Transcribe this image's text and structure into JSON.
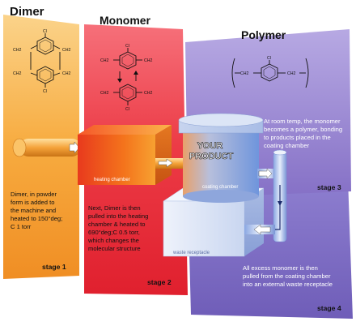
{
  "panels": {
    "dimer": {
      "title": "Dimer",
      "desc": [
        "Dimer, in powder",
        "form is added to",
        "the machine and",
        "heated to 150°deg;",
        "C 1 torr"
      ],
      "stage": "stage 1"
    },
    "monomer": {
      "title": "Monomer",
      "desc": [
        "Next, Dimer is then",
        "pulled into the heating",
        "chamber & heated to",
        "690°deg;C 0.5 torr,",
        "which changes the",
        "molecular structure"
      ],
      "stage": "stage 2"
    },
    "polymer": {
      "title": "Polymer",
      "desc": [
        "At room temp, the monomer",
        "becomes a polymer, bonding",
        "to products placed in the",
        "coating chamber"
      ],
      "stage": "stage 3"
    },
    "waste": {
      "desc": [
        "All excess monomer is then",
        "pulled from the coating chamber",
        "into an external waste receptacle"
      ],
      "stage": "stage 4"
    }
  },
  "machine": {
    "heating_label": "heating chamber",
    "coating_label": "coating chamber",
    "waste_label": "waste receptacle",
    "product_label": [
      "YOUR",
      "PRODUCT"
    ]
  },
  "chem": {
    "cl": "Cl",
    "ch2": "CH2"
  },
  "colors": {
    "dimer_panel": "#f6a433",
    "monomer_panel": "#e8363f",
    "polymer_panel": "#8f7dc6",
    "waste_panel": "#7f6fc3"
  }
}
